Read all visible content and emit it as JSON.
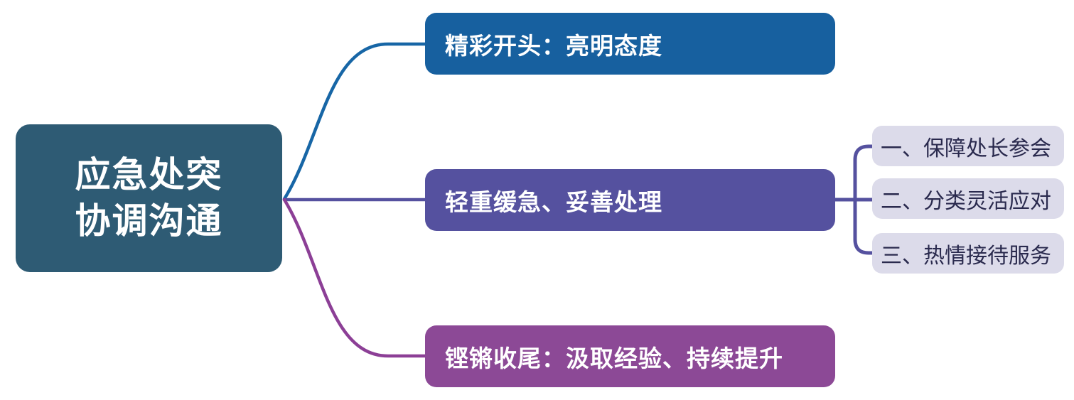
{
  "colors": {
    "background": "#FFFFFF",
    "root_bg": "#2E5B74",
    "branch1_bg": "#17609F",
    "branch2_bg": "#55519F",
    "branch3_bg": "#8C4996",
    "subnode_bg": "#DCDBEA",
    "subnode_text": "#2A2A4E",
    "node_text": "#FFFFFF",
    "line_branch1": "#1766A6",
    "line_branch2": "#55519F",
    "line_branch3": "#8C3F96"
  },
  "root": {
    "line1": "应急处突",
    "line2": "协调沟通"
  },
  "branches": [
    {
      "label": "精彩开头：亮明态度"
    },
    {
      "label": "轻重缓急、妥善处理",
      "children": [
        {
          "label": "一、保障处长参会"
        },
        {
          "label": "二、分类灵活应对"
        },
        {
          "label": "三、热情接待服务"
        }
      ]
    },
    {
      "label": "铿锵收尾：汲取经验、持续提升"
    }
  ]
}
